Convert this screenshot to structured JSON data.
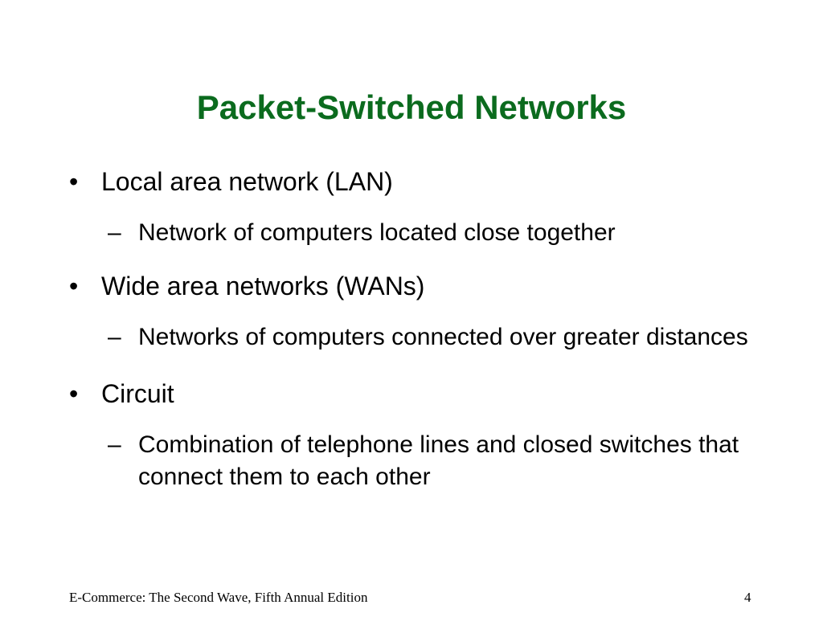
{
  "slide": {
    "title": "Packet-Switched Networks",
    "bullet_marker": "•",
    "sub_marker": "–",
    "items": [
      {
        "text": "Local area network (LAN)",
        "sub": "Network of computers located close together"
      },
      {
        "text": "Wide area networks (WANs)",
        "sub": "Networks of computers connected over greater distances"
      },
      {
        "text": "Circuit",
        "sub": "Combination of telephone lines and closed switches that connect them to each other"
      }
    ],
    "footer": {
      "source": "E-Commerce: The Second Wave, Fifth Annual Edition",
      "page_number": "4"
    },
    "colors": {
      "title": "#0b6b1e",
      "text": "#000000",
      "background": "#ffffff"
    }
  }
}
